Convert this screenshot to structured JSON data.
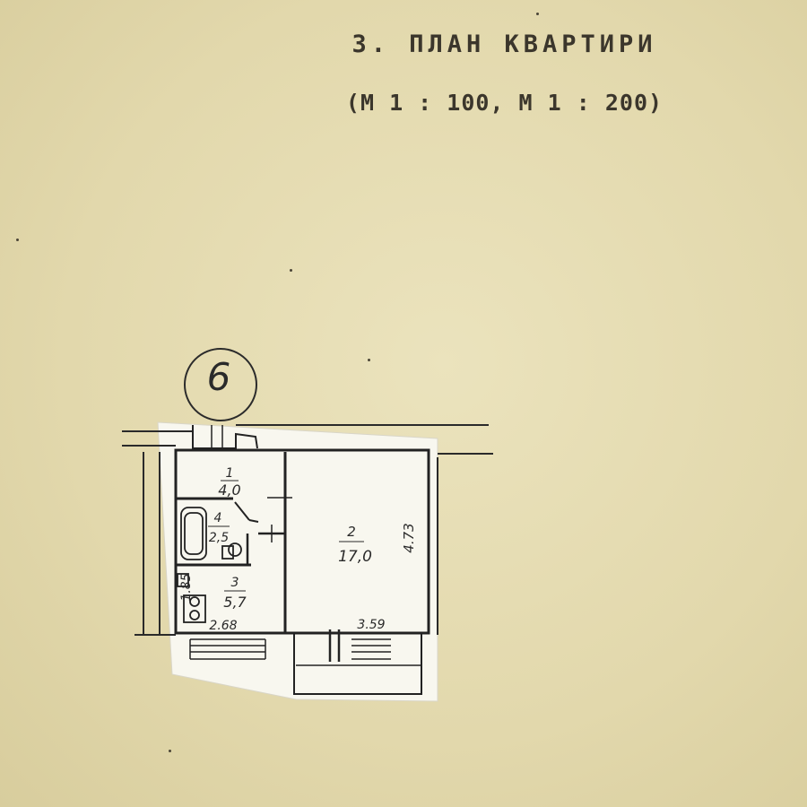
{
  "heading": {
    "title": "3. ПЛАН КВАРТИРИ",
    "scale": "(М 1 : 100, М 1 : 200)"
  },
  "apartment_number": "6",
  "rooms": [
    {
      "number": "1",
      "area": "4,0"
    },
    {
      "number": "2",
      "area": "17,0"
    },
    {
      "number": "3",
      "area": "5,7"
    },
    {
      "number": "4",
      "area": "2,5"
    }
  ],
  "dimensions": {
    "room2_depth": "4.73",
    "room2_width": "3.59",
    "kitchen_depth": "1.85",
    "kitchen_width": "2.68"
  }
}
